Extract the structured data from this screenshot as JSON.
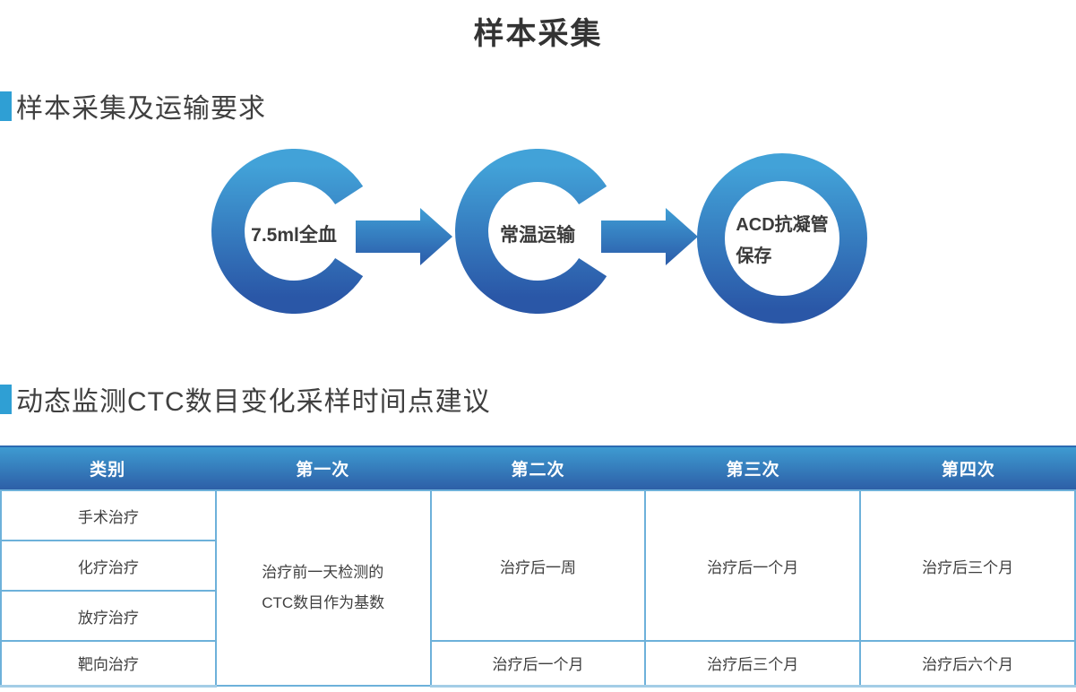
{
  "page": {
    "title": "样本采集"
  },
  "sections": {
    "collection": {
      "heading": "样本采集及运输要求"
    },
    "monitoring": {
      "heading": "动态监测CTC数目变化采样时间点建议"
    }
  },
  "process": {
    "steps": [
      {
        "label": "7.5ml全血"
      },
      {
        "label": "常温运输"
      },
      {
        "label_line1": "ACD抗凝管",
        "label_line2": "保存"
      }
    ]
  },
  "table": {
    "headers": [
      "类别",
      "第一次",
      "第二次",
      "第三次",
      "第四次"
    ],
    "categories": [
      "手术治疗",
      "化疗治疗",
      "放疗治疗",
      "靶向治疗"
    ],
    "first_visit": {
      "line1": "治疗前一天检测的",
      "line2": "CTC数目作为基数"
    },
    "schedule": {
      "rows_1_3": {
        "second": "治疗后一周",
        "third": "治疗后一个月",
        "fourth": "治疗后三个月"
      },
      "row_4": {
        "second": "治疗后一个月",
        "third": "治疗后三个月",
        "fourth": "治疗后六个月"
      }
    }
  },
  "colors": {
    "accent_light": "#3f9fd6",
    "accent_dark": "#2a58a8",
    "section_bullet": "#2f9fd4",
    "table_header_top": "#3e9bd1",
    "table_header_bottom": "#2d5fa7",
    "table_border": "#6db1da",
    "table_bottom_border": "#a3cde6",
    "header_text": "#ffffff",
    "body_text": "#3f3f3f"
  }
}
